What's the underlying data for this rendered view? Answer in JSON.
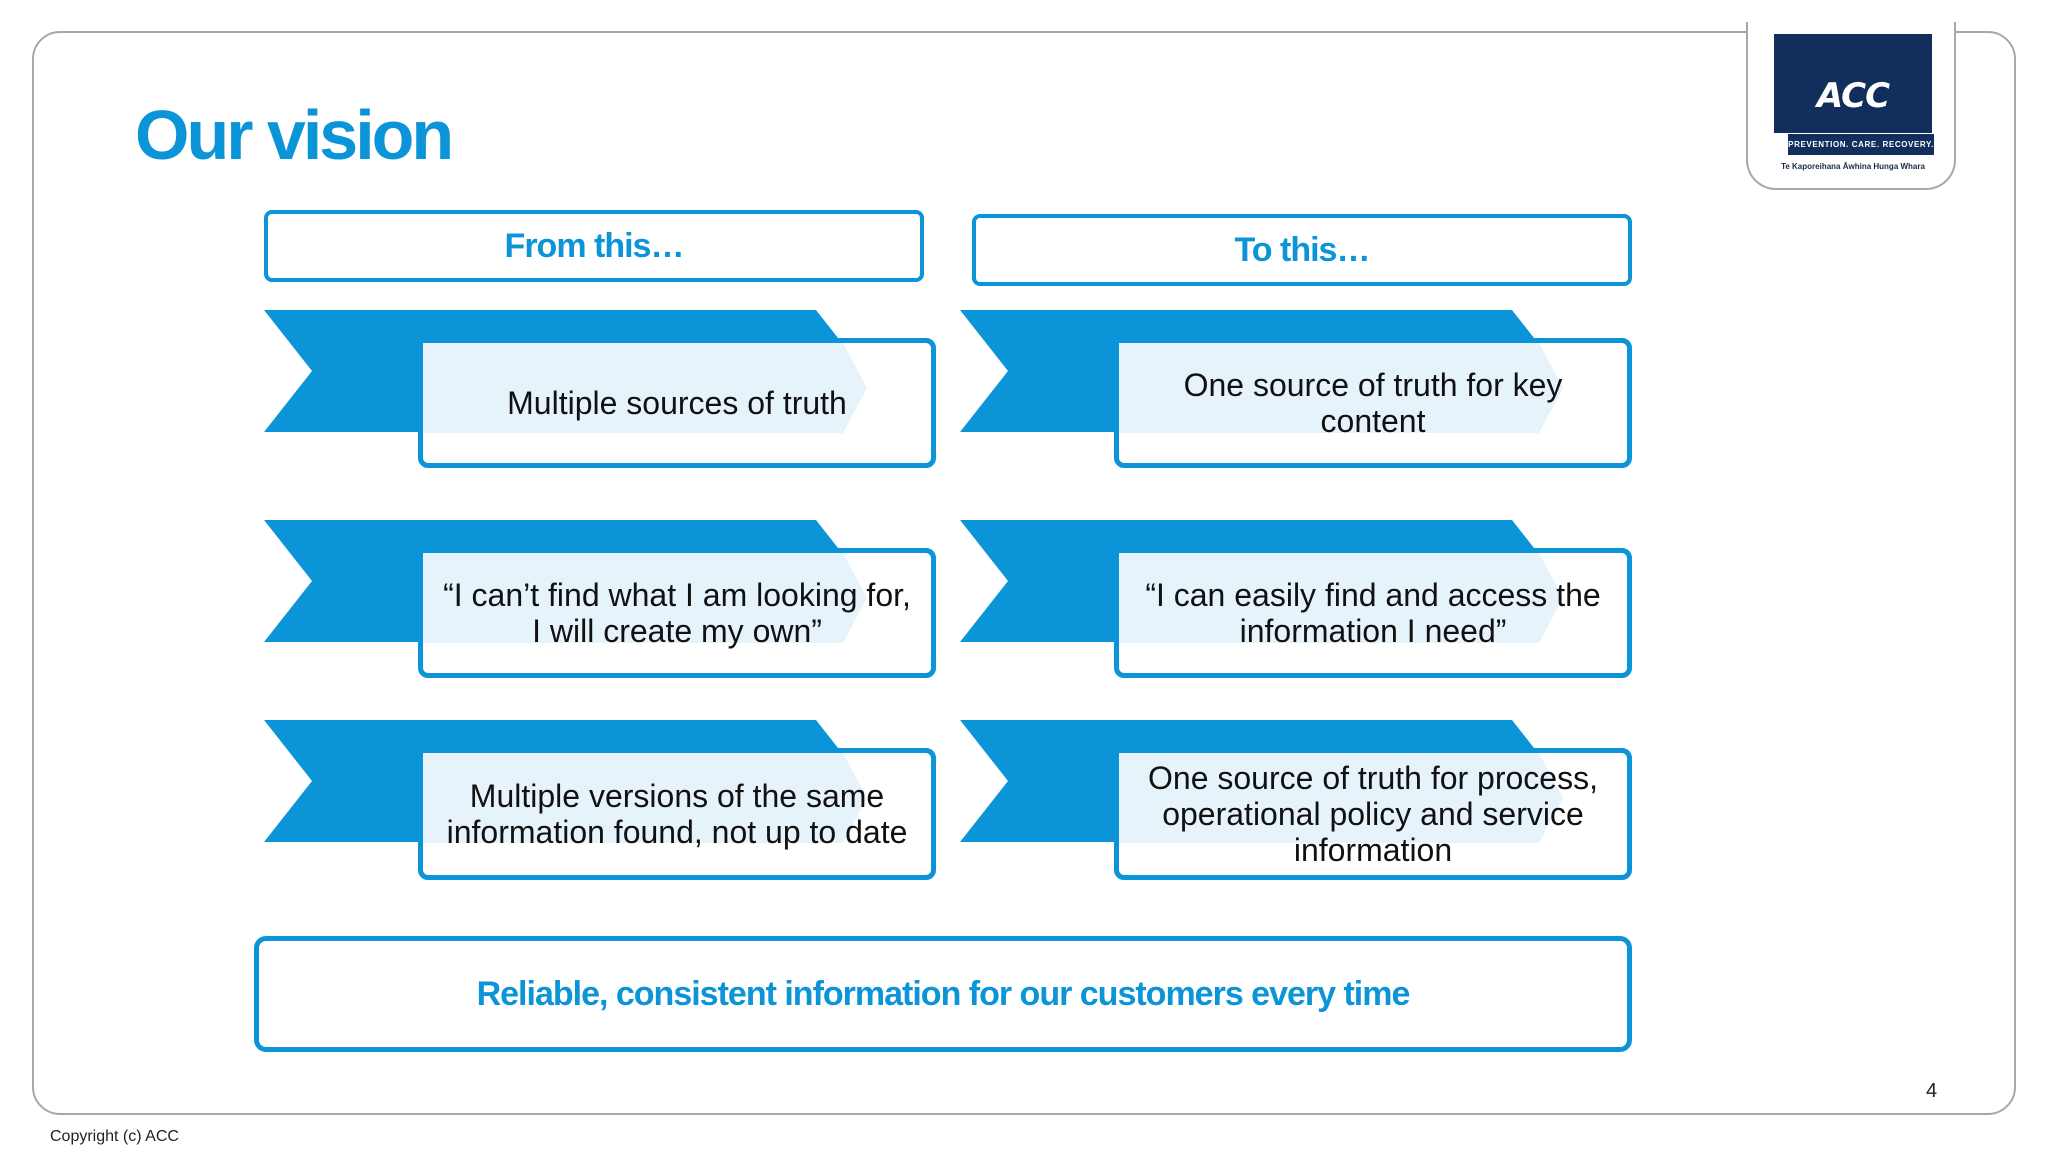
{
  "slide": {
    "title": "Our vision",
    "page_number": "4",
    "copyright": "Copyright (c) ACC"
  },
  "logo": {
    "mark": "ACC",
    "tagline": "PREVENTION. CARE. RECOVERY.",
    "subtitle": "Te Kaporeihana Āwhina Hunga Whara"
  },
  "columns": {
    "from_header": "From this…",
    "to_header": "To this…"
  },
  "rows": [
    {
      "from": "Multiple sources of truth",
      "to": "One source of truth for key content"
    },
    {
      "from": "“I can’t find what I am looking for, I will create my own”",
      "to": "“I can easily find and access the information I need”"
    },
    {
      "from": "Multiple versions of the same information found, not up to date",
      "to": "One source of truth for process, operational policy and service information"
    }
  ],
  "footer_statement": "Reliable, consistent information for our customers every time",
  "colors": {
    "accent": "#0b94d7",
    "logo_navy": "#112e5d",
    "tint": "#e6f3fb"
  }
}
